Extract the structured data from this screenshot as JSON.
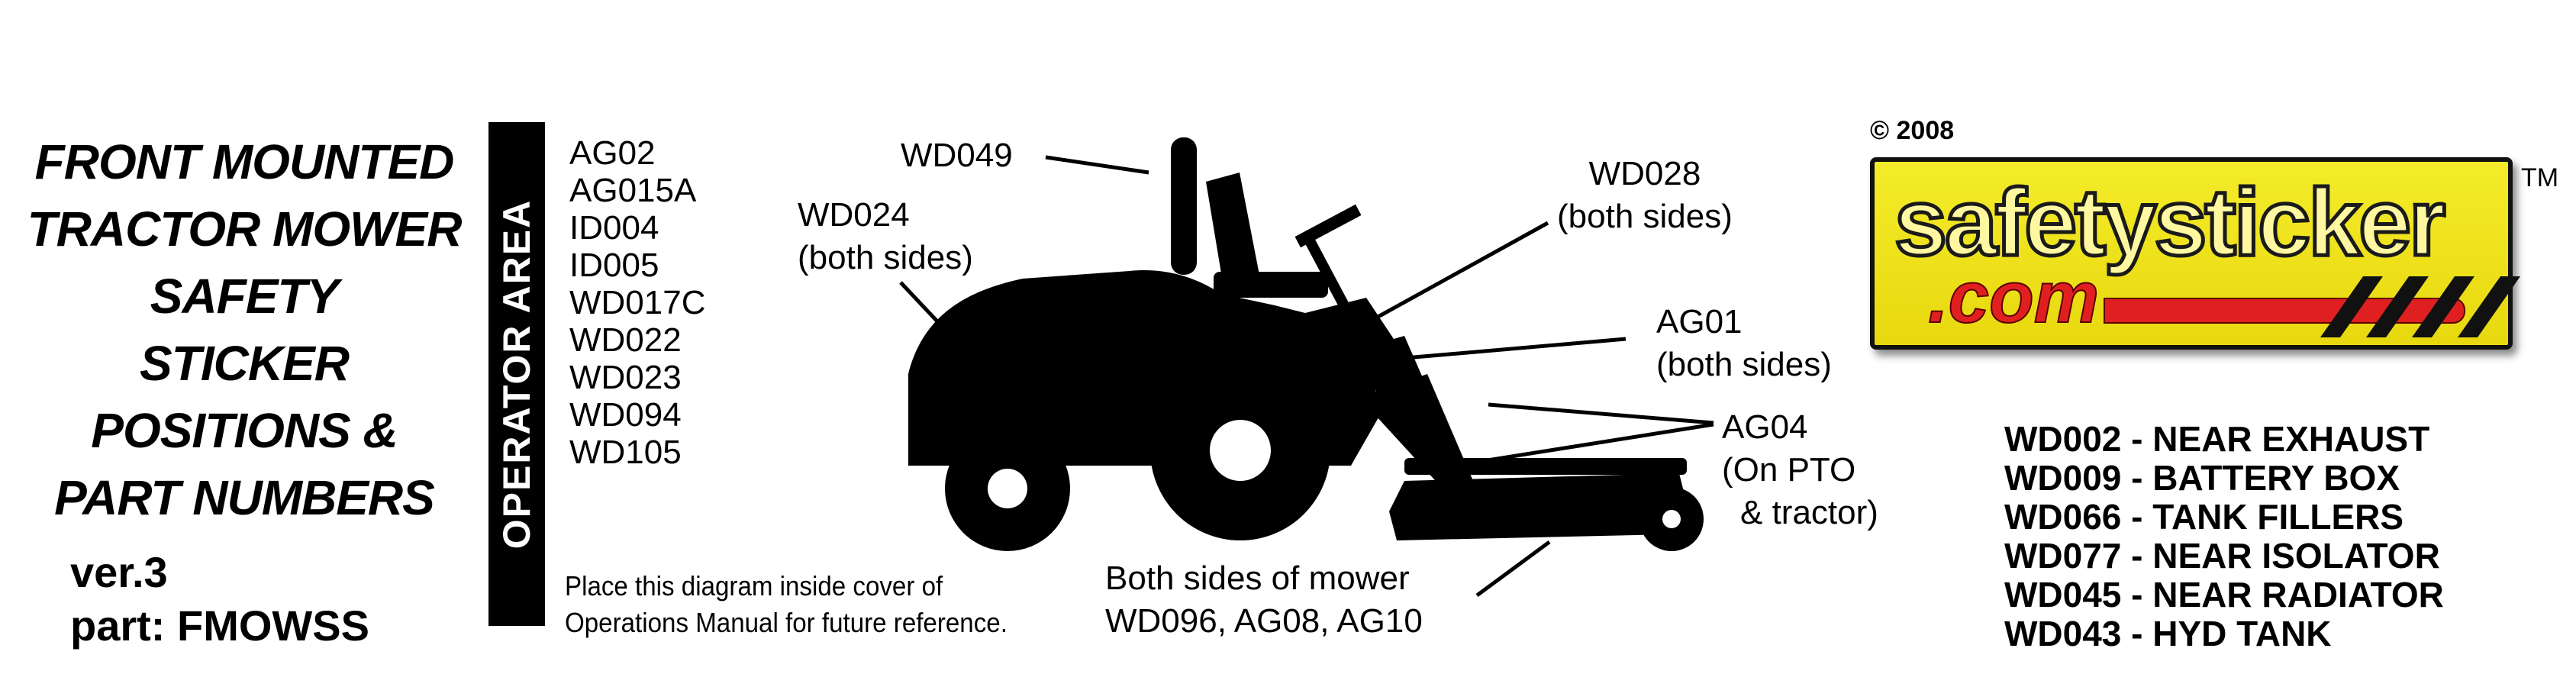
{
  "title": {
    "lines": [
      "FRONT MOUNTED",
      "TRACTOR MOWER",
      "SAFETY",
      "STICKER",
      "POSITIONS &",
      "PART NUMBERS"
    ],
    "version": "ver.3",
    "part": "part: FMOWSS"
  },
  "operator_area": {
    "heading": "OPERATOR AREA",
    "codes": [
      "AG02",
      "AG015A",
      "ID004",
      "ID005",
      "WD017C",
      "WD022",
      "WD023",
      "WD094",
      "WD105"
    ]
  },
  "note": {
    "line1": "Place this diagram inside cover of",
    "line2": "Operations Manual for future reference."
  },
  "labels": {
    "wd049": "WD049",
    "wd024_code": "WD024",
    "wd024_sub": "(both sides)",
    "wd028_code": "WD028",
    "wd028_sub": "(both sides)",
    "ag01_code": "AG01",
    "ag01_sub": "(both sides)",
    "ag04_code": "AG04",
    "ag04_sub1": "(On PTO",
    "ag04_sub2": "& tractor)",
    "mower_line1": "Both sides of mower",
    "mower_line2": "WD096, AG08, AG10"
  },
  "logo": {
    "copyright": "© 2008",
    "brand_main": "safetysticker",
    "brand_suffix": ".com",
    "trademark": "TM",
    "colors": {
      "background": "#f0e31c",
      "accent": "#e02020",
      "outline": "#111111"
    }
  },
  "locations": [
    "WD002 - NEAR EXHAUST",
    "WD009 - BATTERY BOX",
    "WD066 - TANK FILLERS",
    "WD077 - NEAR ISOLATOR",
    "WD045 - NEAR RADIATOR",
    "WD043 - HYD TANK"
  ]
}
